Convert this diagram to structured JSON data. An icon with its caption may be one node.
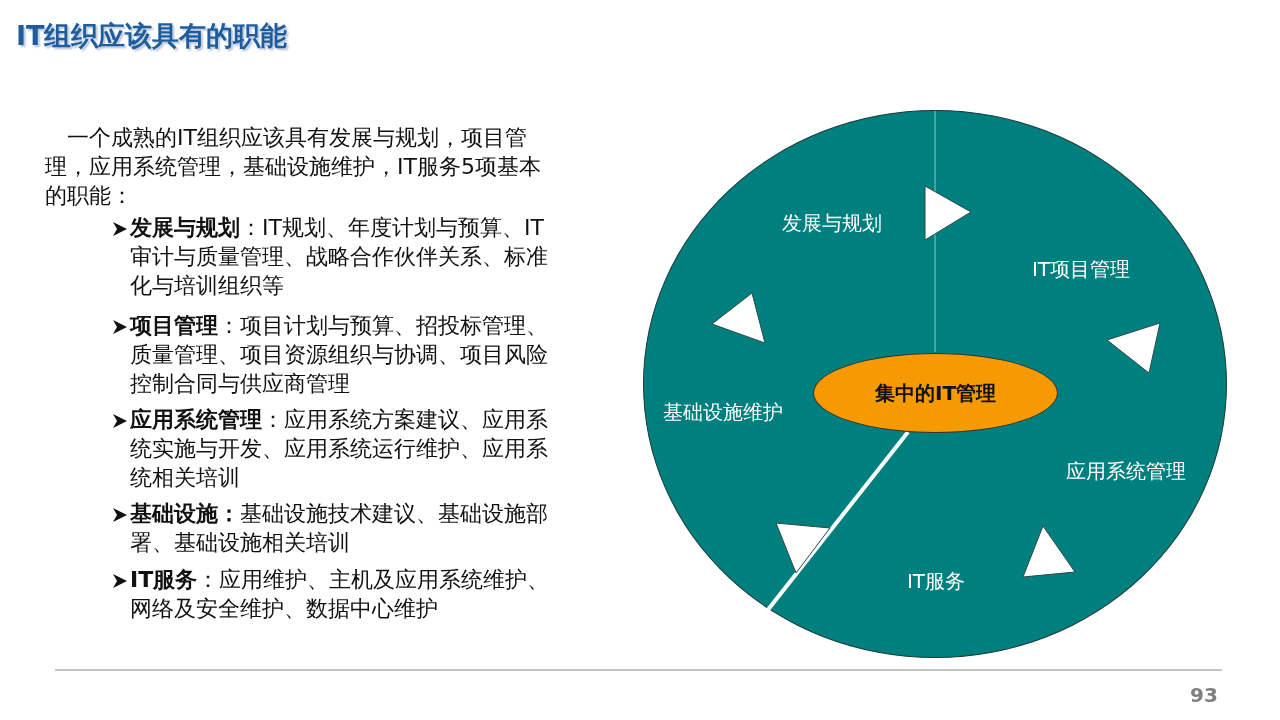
{
  "diagram": {
    "title": "IT组织应该具有的职能",
    "nodes": [
      {
        "text": [
          "发展与规划",
          "IT项目管理",
          "应用系统管理",
          "IT服务",
          "基础设施维护"
        ]
      },
      {
        "text": [
          "集中的IT管理"
        ],
        "in": 0
      }
    ],
    "labels": [
      "一个成熟的IT组织应该具有发展与规划，项目管理，应用系统管理，基础设施维护，IT服务5项基本的职能：",
      "**发展与规划**：IT规划、年度计划与预算、IT审计与质量管理、战略合作伙伴关系、标准化与培训组织等",
      "**项目管理**：项目计划与预算、招投标管理、质量管理、项目资源组织与协调、项目风险控制合同与供应商管理",
      "**应用系统管理**：应用系统方案建议、应用系统实施与开发、应用系统运行维护、应用系统相关培训",
      "**基础设施：**基础设施技术建议、基础设施部署、基础设施相关培训",
      "**IT服务**：应用维护、主机及应用系统维护、网络及安全维护、数据中心维护",
      "93"
    ]
  }
}
